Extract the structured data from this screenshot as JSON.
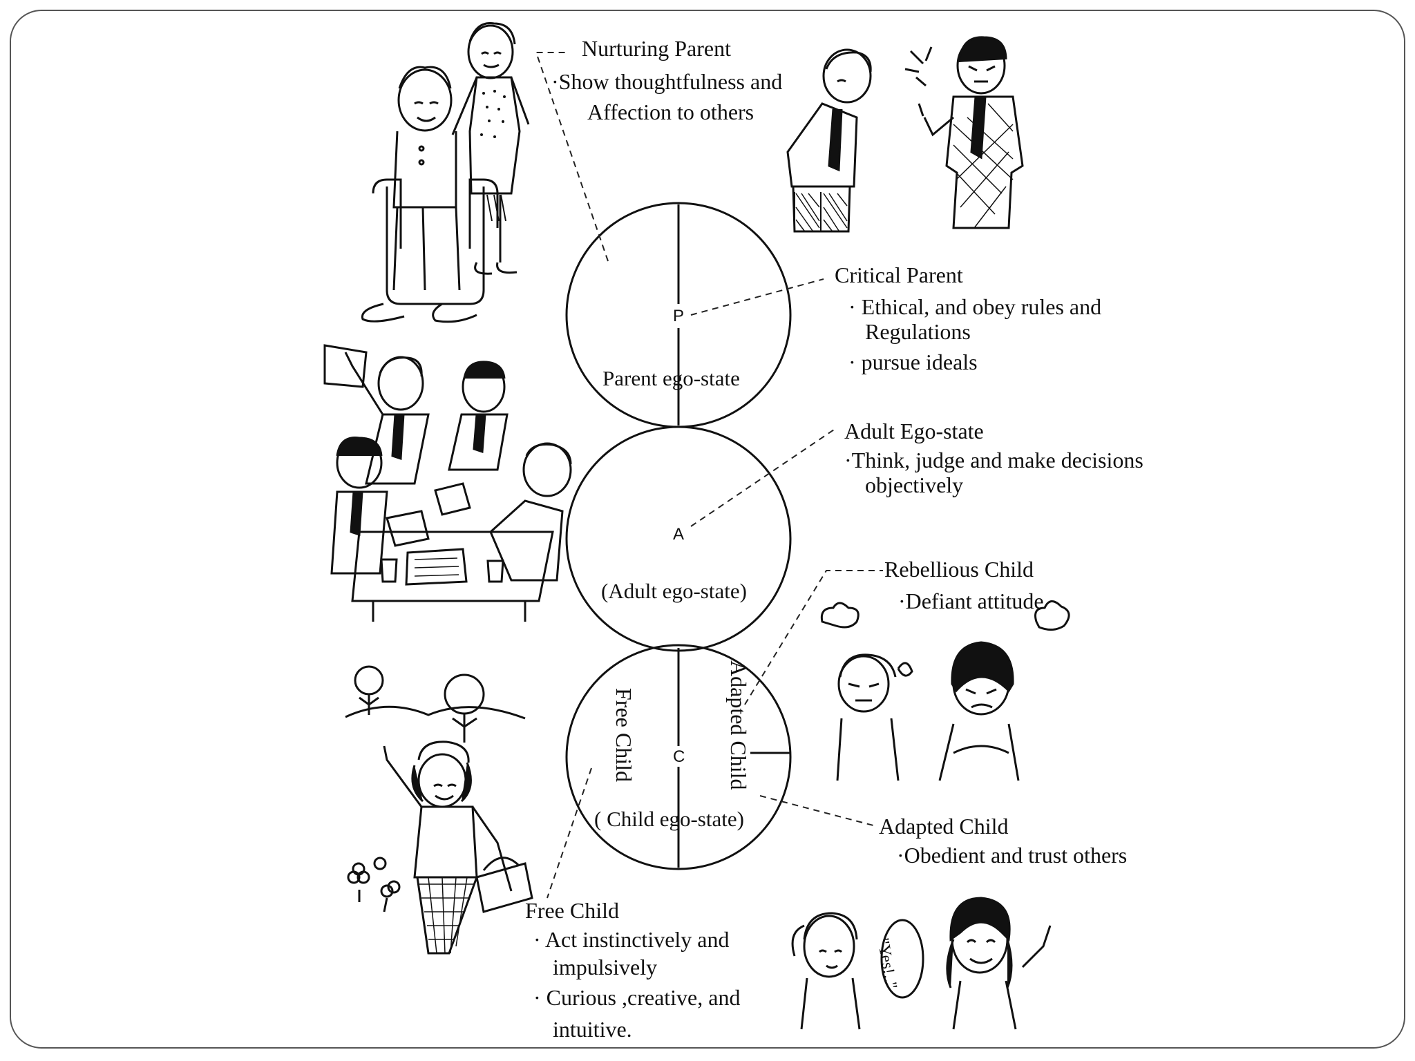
{
  "circles": {
    "parent_letter": "P",
    "parent_label": "Parent ego-state",
    "adult_letter": "A",
    "adult_label": "(Adult ego-state)",
    "child_letter": "C",
    "child_label": "( Child ego-state)",
    "free_child_vertical": "Free Child",
    "adapted_child_vertical": "Adapted Child"
  },
  "labels": {
    "nurturing_title": "Nurturing Parent",
    "nurturing_l1": "·Show thoughtfulness and",
    "nurturing_l2": "Affection to others",
    "critical_title": "Critical Parent",
    "critical_l1": "· Ethical, and obey rules and",
    "critical_l2": "Regulations",
    "critical_l3": "· pursue ideals",
    "adult_title": "Adult Ego-state",
    "adult_l1": "·Think, judge and make decisions",
    "adult_l2": "objectively",
    "rebellious_title": "Rebellious Child",
    "rebellious_l1": "·Defiant attitude",
    "adapted_title": "Adapted Child",
    "adapted_l1": "·Obedient and trust others",
    "free_title": "Free Child",
    "free_l1": "· Act instinctively and",
    "free_l2": "impulsively",
    "free_l3": "· Curious ,creative, and",
    "free_l4": "intuitive."
  },
  "speech": {
    "yes": "\"Yes!..\""
  }
}
